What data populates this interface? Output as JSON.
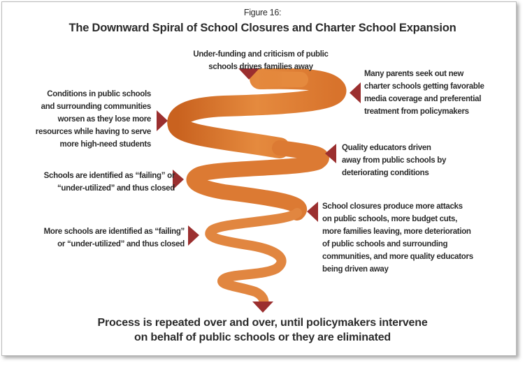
{
  "figure_label": "Figure 16:",
  "title": "The Downward Spiral of School Closures and Charter School Expansion",
  "steps": {
    "top": [
      "Under-funding and criticism of public",
      "schools drives families away"
    ],
    "right1": [
      "Many parents seek out new",
      "charter schools getting favorable",
      "media coverage and preferential",
      "treatment from policymakers"
    ],
    "left1": [
      "Conditions in public schools",
      "and surrounding communities",
      "worsen as they lose more",
      "resources while having to serve",
      "more high-need students"
    ],
    "right2": [
      "Quality educators driven",
      "away from public schools by",
      "deteriorating conditions"
    ],
    "left2": [
      "Schools are identified as “failing” or",
      "“under-utilized” and thus closed"
    ],
    "right3": [
      "School closures produce more attacks",
      "on public schools, more budget cuts,",
      "more families leaving, more deterioration",
      "of public schools and surrounding",
      "communities, and more quality educators",
      "being driven away"
    ],
    "left3": [
      "More schools are identified as “failing”",
      "or “under-utilized” and thus closed"
    ]
  },
  "conclusion": [
    "Process is repeated over and over, until policymakers intervene",
    "on behalf of public schools or they are eliminated"
  ],
  "colors": {
    "spiral": "#e07a2e",
    "arrow": "#9b2f2f"
  }
}
